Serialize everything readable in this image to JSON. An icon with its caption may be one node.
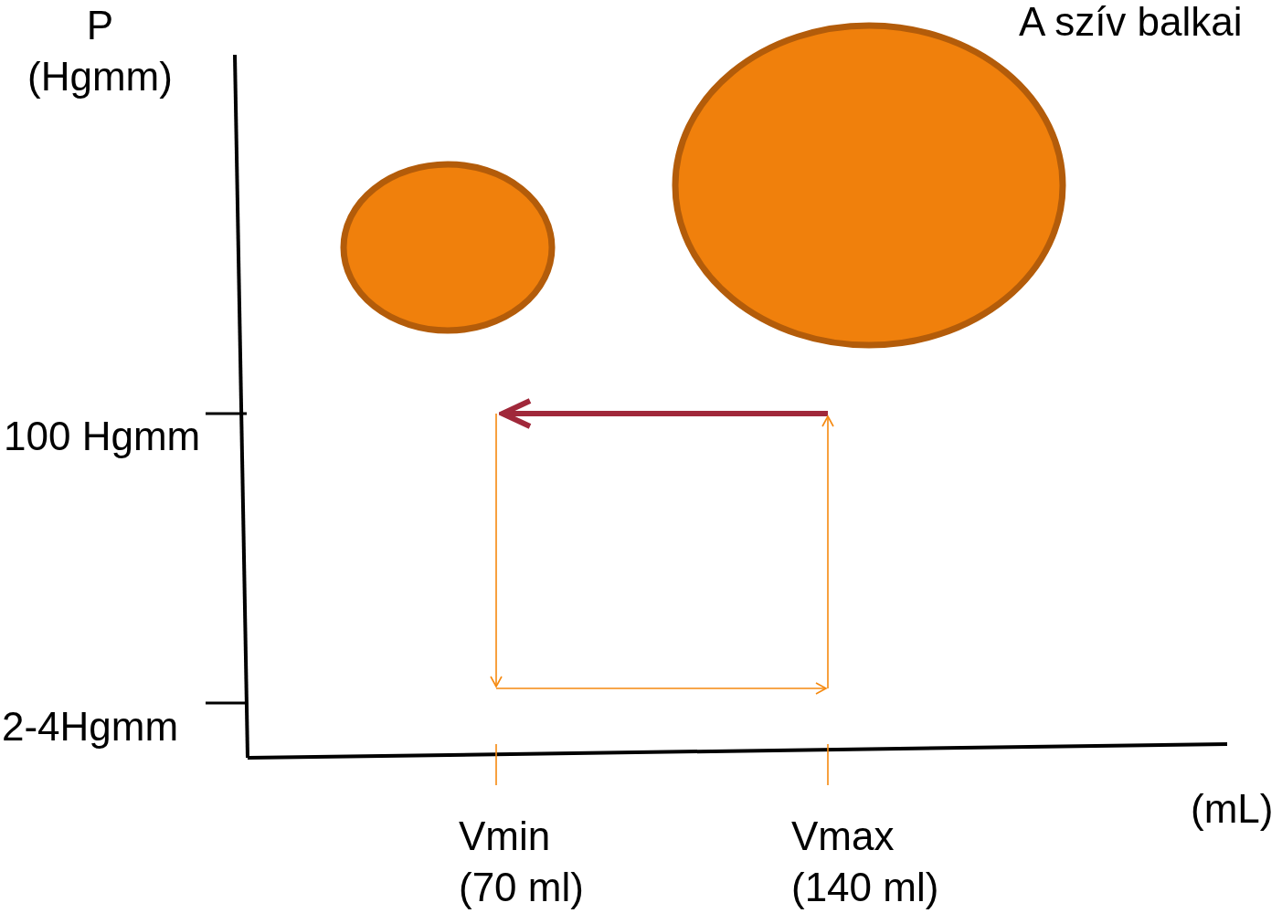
{
  "diagram": {
    "nodes": [
      {
        "text": [],
        "shape": "ellipse"
      },
      {
        "text": [],
        "shape": "ellipse"
      }
    ],
    "labels": [
      "A szív balkai",
      "P (Hgmm)",
      "100 Hgmm",
      "2-4Hgmm",
      "Vmin (70 ml)",
      "Vmax (140 ml)",
      "(mL)"
    ]
  }
}
